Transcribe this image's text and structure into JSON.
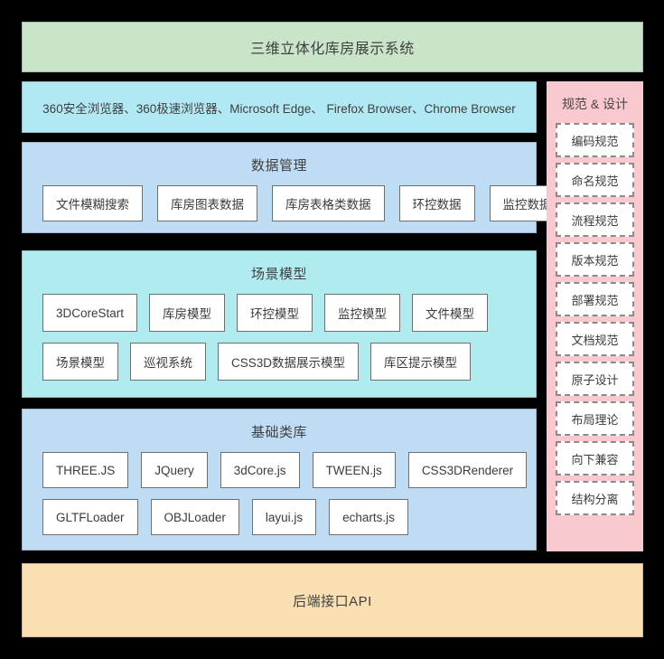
{
  "diagram": {
    "title": "三维立体化库房展示系统",
    "browser_layer": {
      "text": "360安全浏览器、360极速浏览器、Microsoft Edge、 Firefox Browser、Chrome Browser"
    },
    "layers": [
      {
        "id": "data-management",
        "title": "数据管理",
        "color": "#bfdcf5",
        "rows": [
          [
            "文件模糊搜索",
            "库房图表数据",
            "库房表格类数据",
            "环控数据",
            "监控数据"
          ]
        ]
      },
      {
        "id": "scene-model",
        "title": "场景模型",
        "color": "#b0ebf0",
        "rows": [
          [
            "3DCoreStart",
            "库房模型",
            "环控模型",
            "监控模型",
            "文件模型"
          ],
          [
            "场景模型",
            "巡视系统",
            "CSS3D数据展示模型",
            "库区提示模型"
          ]
        ]
      },
      {
        "id": "base-library",
        "title": "基础类库",
        "color": "#bfdcf5",
        "rows": [
          [
            "THREE.JS",
            "JQuery",
            "3dCore.js",
            "TWEEN.js",
            "CSS3DRenderer"
          ],
          [
            "GLTFLoader",
            "OBJLoader",
            "layui.js",
            "echarts.js"
          ]
        ]
      }
    ],
    "sidebar": {
      "title": "规范 & 设计",
      "color": "#fac8cf",
      "items": [
        "编码规范",
        "命名规范",
        "流程规范",
        "版本规范",
        "部署规范",
        "文档规范",
        "原子设计",
        "布局理论",
        "向下兼容",
        "结构分离"
      ]
    },
    "api_layer": {
      "title": "后端接口API",
      "color": "#fadfb3"
    },
    "colors": {
      "background": "#000000",
      "title_band": "#c9e4c9",
      "browser_band": "#b0e8f4",
      "chip_fill": "#ffffff",
      "chip_border": "#6f6f6f",
      "text": "#3b3b3b"
    }
  }
}
